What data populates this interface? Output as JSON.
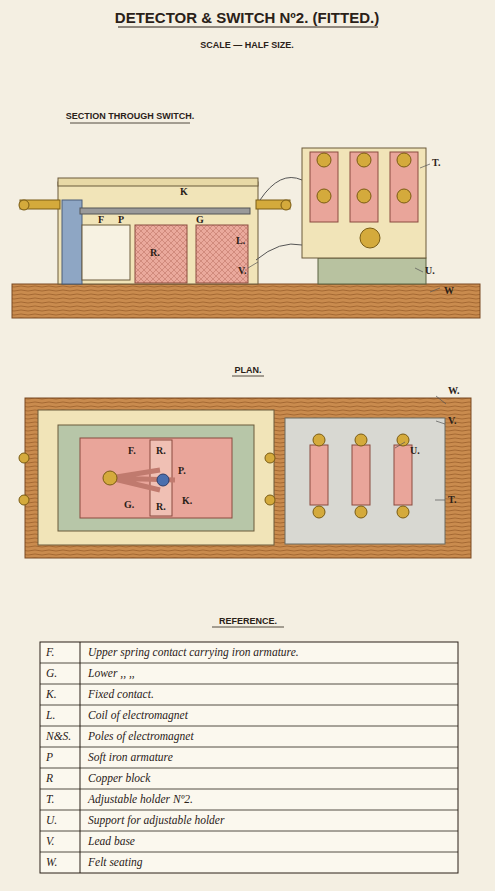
{
  "diagram": {
    "title": "DETECTOR & SWITCH Nº2. (FITTED.)",
    "labels": [
      "SCALE — HALF SIZE.",
      "SECTION THROUGH SWITCH.",
      "K",
      "F",
      "P",
      "G",
      "R.",
      "L.",
      "T.",
      "V.",
      "U.",
      "W",
      "PLAN.",
      "W.",
      "V.",
      "U.",
      "T.",
      "F.",
      "R.",
      "P.",
      "K.",
      "G.",
      "R.",
      "REFERENCE.",
      "F.",
      "Upper spring contact carrying iron armature.",
      "G.",
      "Lower ,, ,,",
      "K.",
      "Fixed contact.",
      "L.",
      "Coil of electromagnet",
      "N&S.",
      "Poles of electromagnet",
      "P",
      "Soft iron armature",
      "R",
      "Copper block",
      "T.",
      "Adjustable holder Nº2.",
      "U.",
      "Support for adjustable holder",
      "V.",
      "Lead base",
      "W.",
      "Felt seating"
    ]
  }
}
